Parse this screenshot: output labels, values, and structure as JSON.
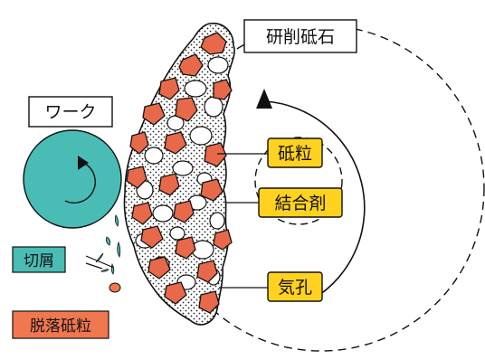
{
  "labels": {
    "wheel": "研削砥石",
    "work": "ワーク",
    "grain": "砥粒",
    "bond": "結合剤",
    "pore": "気孔",
    "chips": "切屑",
    "detached": "脱落砥粒"
  },
  "colors": {
    "grain_fill": "#e8694a",
    "work_fill": "#49bcb5",
    "callout_fill": "#ffd21f",
    "detached_fill": "#f1774f",
    "outline": "#111111",
    "background": "#ffffff"
  },
  "icons": {
    "wheel_rotation": "clockwise-arrow-icon",
    "work_rotation": "counterclockwise-arrow-icon"
  }
}
